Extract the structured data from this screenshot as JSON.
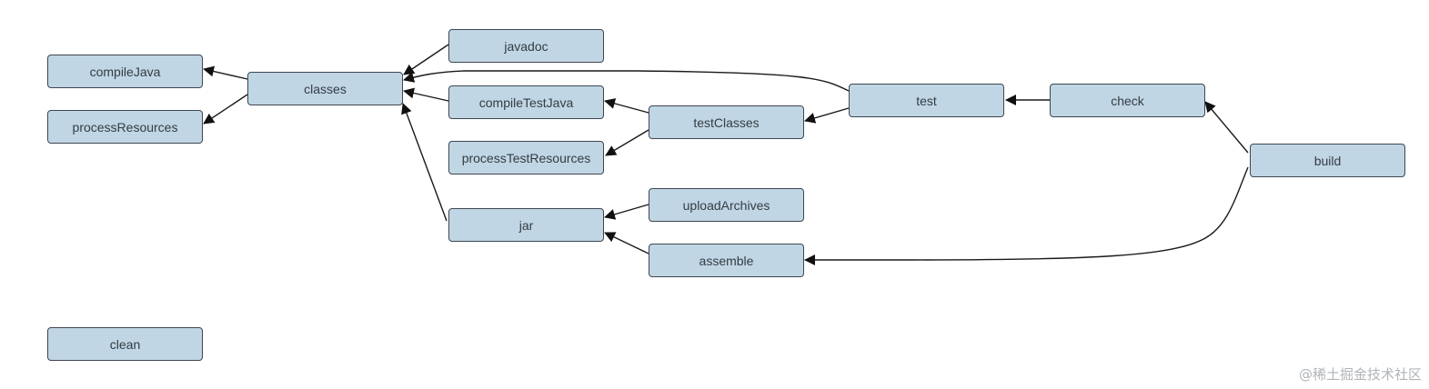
{
  "diagram": {
    "nodes": [
      {
        "id": "compileJava",
        "label": "compileJava"
      },
      {
        "id": "processResources",
        "label": "processResources"
      },
      {
        "id": "classes",
        "label": "classes"
      },
      {
        "id": "javadoc",
        "label": "javadoc"
      },
      {
        "id": "compileTestJava",
        "label": "compileTestJava"
      },
      {
        "id": "processTestResources",
        "label": "processTestResources"
      },
      {
        "id": "jar",
        "label": "jar"
      },
      {
        "id": "testClasses",
        "label": "testClasses"
      },
      {
        "id": "uploadArchives",
        "label": "uploadArchives"
      },
      {
        "id": "assemble",
        "label": "assemble"
      },
      {
        "id": "test",
        "label": "test"
      },
      {
        "id": "check",
        "label": "check"
      },
      {
        "id": "build",
        "label": "build"
      },
      {
        "id": "clean",
        "label": "clean"
      }
    ],
    "edges": [
      {
        "from": "classes",
        "to": "compileJava"
      },
      {
        "from": "classes",
        "to": "processResources"
      },
      {
        "from": "javadoc",
        "to": "classes"
      },
      {
        "from": "compileTestJava",
        "to": "classes"
      },
      {
        "from": "jar",
        "to": "classes"
      },
      {
        "from": "test",
        "to": "classes"
      },
      {
        "from": "testClasses",
        "to": "compileTestJava"
      },
      {
        "from": "testClasses",
        "to": "processTestResources"
      },
      {
        "from": "test",
        "to": "testClasses"
      },
      {
        "from": "uploadArchives",
        "to": "jar"
      },
      {
        "from": "assemble",
        "to": "jar"
      },
      {
        "from": "check",
        "to": "test"
      },
      {
        "from": "build",
        "to": "check"
      },
      {
        "from": "build",
        "to": "assemble"
      }
    ]
  },
  "colors": {
    "node_fill": "#c0d6e4",
    "node_border": "#3e4650",
    "edge": "#1a1a1a"
  },
  "watermark": "@稀土掘金技术社区"
}
